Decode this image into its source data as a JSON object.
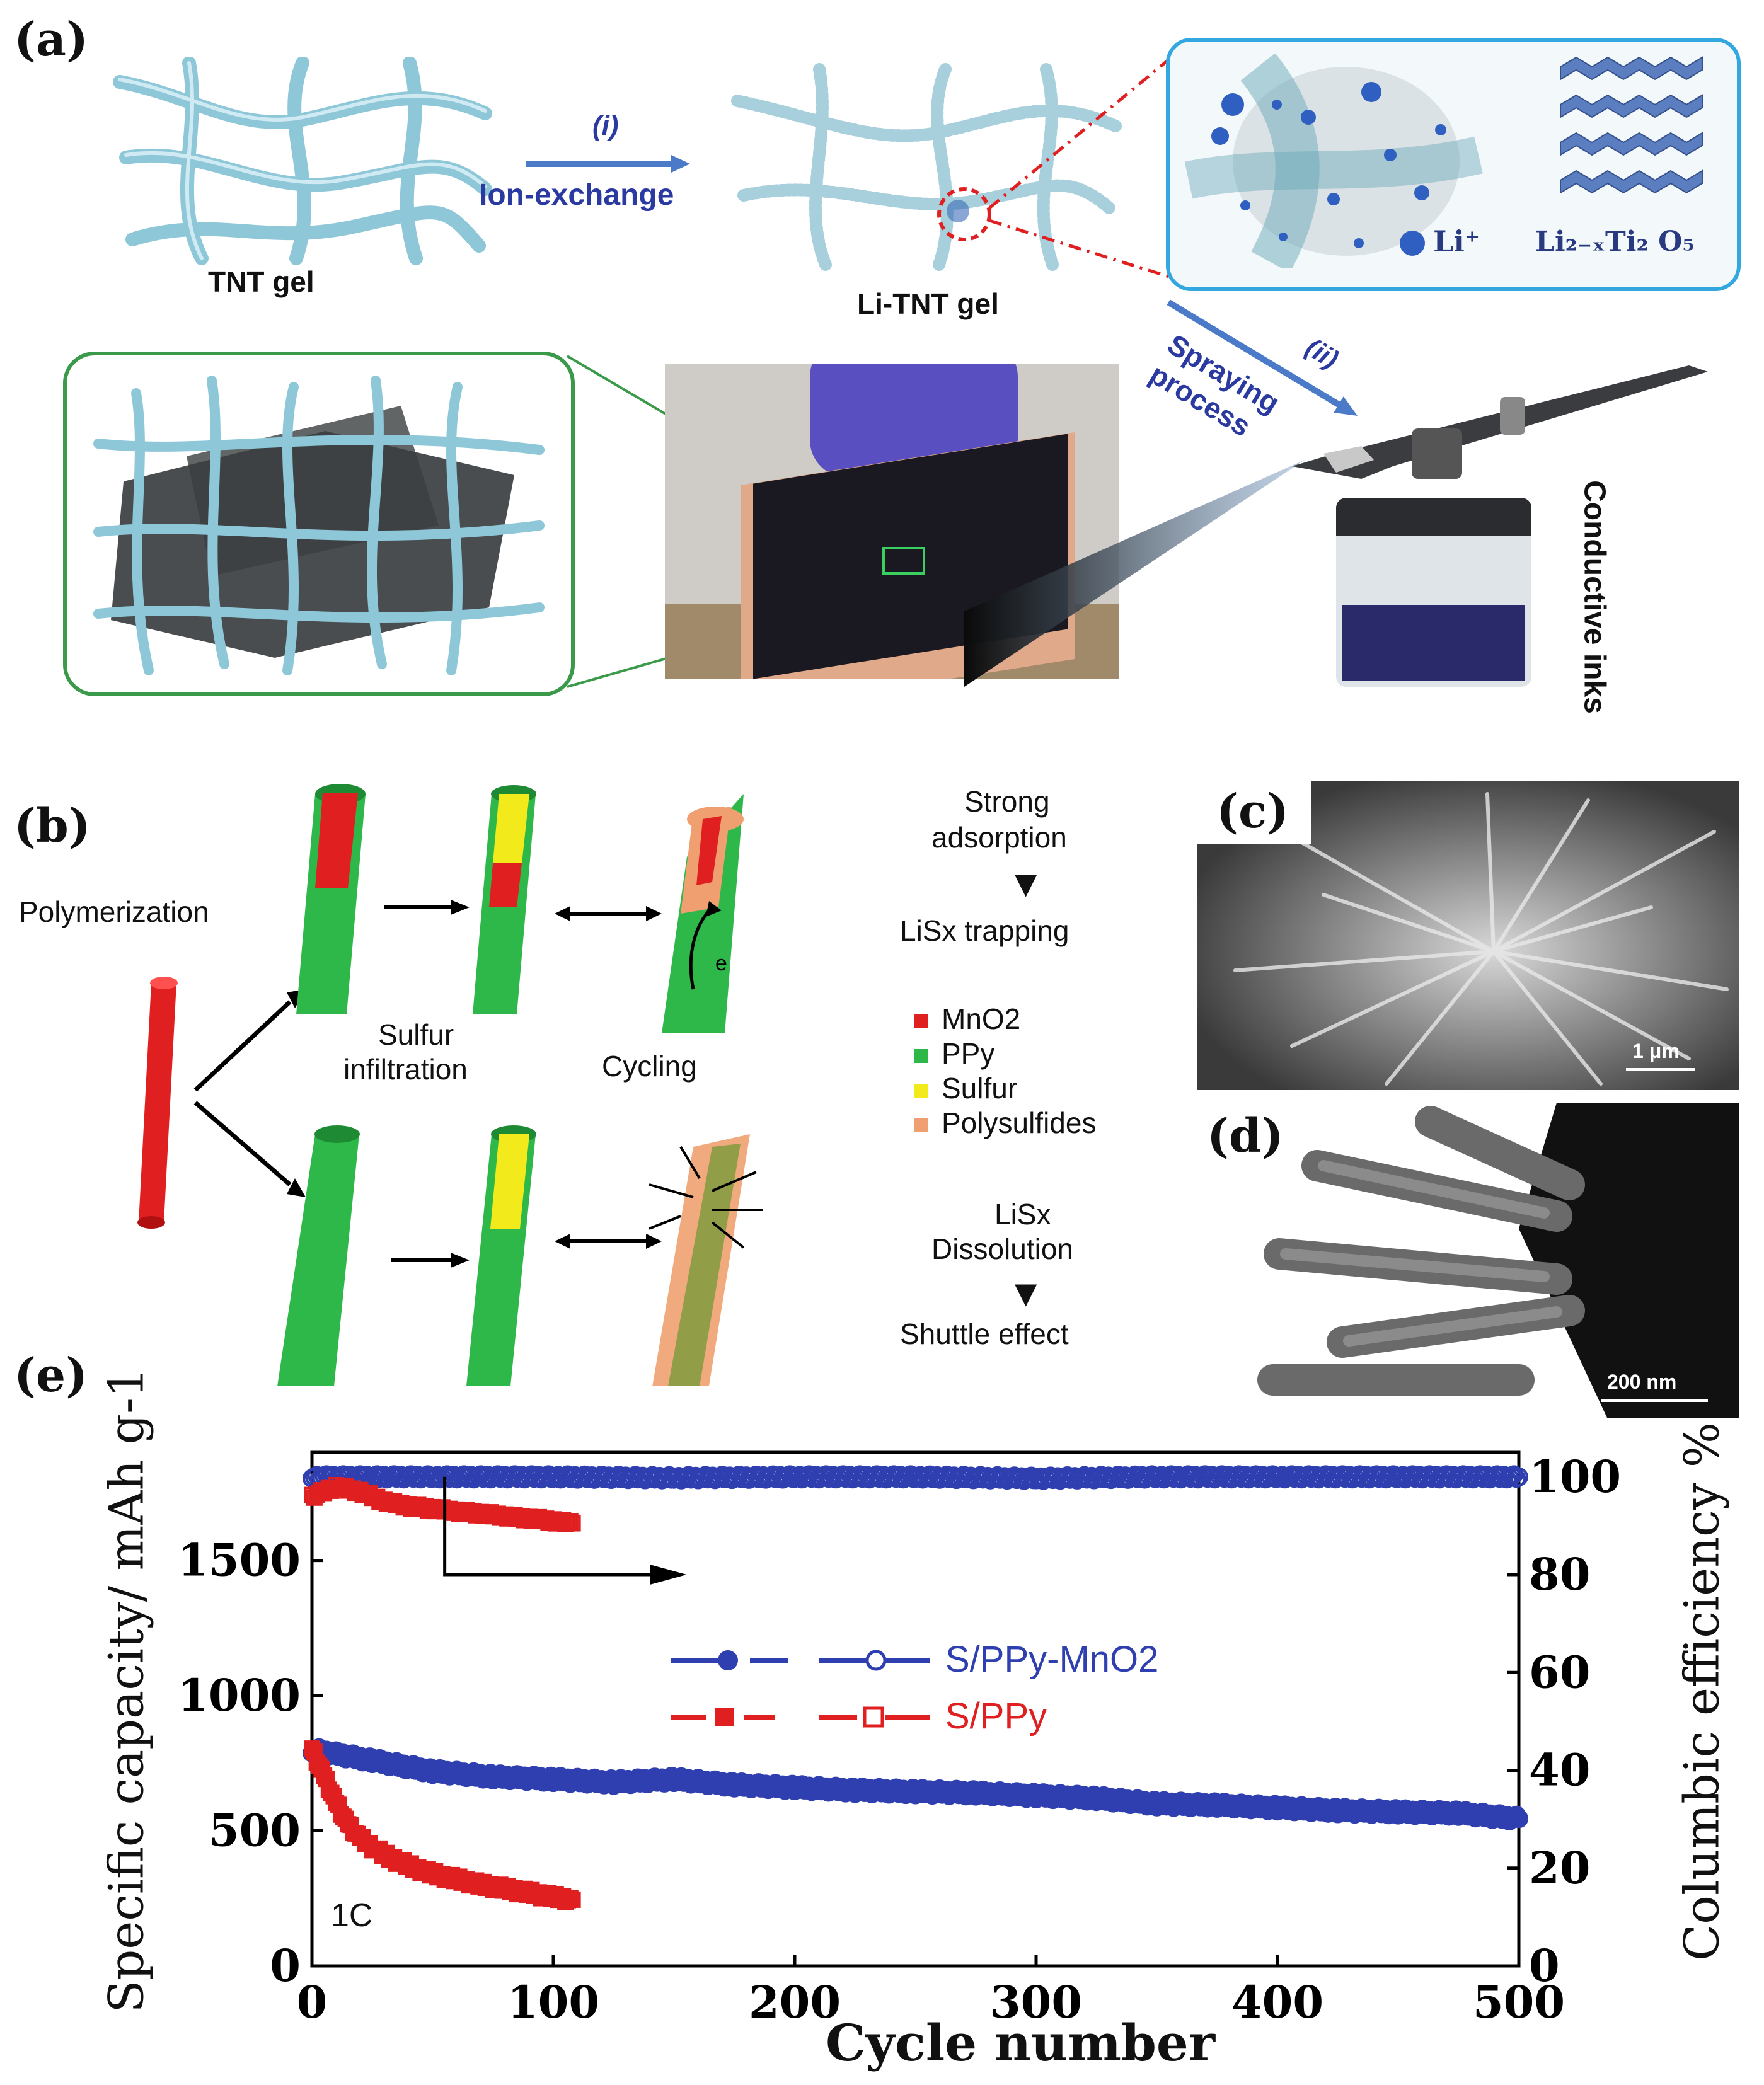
{
  "panels": {
    "a": "(a)",
    "b": "(b)",
    "c": "(c)",
    "d": "(d)",
    "e": "(e)"
  },
  "panel_a": {
    "tnt_gel": "TNT gel",
    "step_i": "(i)",
    "ion_exchange": "Ion-exchange",
    "li_tnt_gel": "Li-TNT gel",
    "li_ion": "Li⁺",
    "li_formula": "Li₂₋ₓTi₂ O₅",
    "step_ii": "(ii)",
    "spraying": "Spraying",
    "process": "process",
    "conductive_inks": "Conductive inks"
  },
  "panel_b": {
    "polymerization": "Polymerization",
    "sulfur": "Sulfur",
    "infiltration": "infiltration",
    "cycling": "Cycling",
    "strong": "Strong",
    "adsorption": "adsorption",
    "lisx_trapping": "LiSx trapping",
    "lisx": "LiSx",
    "dissolution": "Dissolution",
    "shuttle": "Shuttle effect",
    "legend": [
      {
        "label": "MnO2",
        "color": "#e02020"
      },
      {
        "label": "PPy",
        "color": "#2fb84a"
      },
      {
        "label": "Sulfur",
        "color": "#f2ea1a"
      },
      {
        "label": "Polysulfides",
        "color": "#f0a070"
      }
    ]
  },
  "panel_c": {
    "scale": "1 μm"
  },
  "panel_d": {
    "scale": "200 nm"
  },
  "chart_data": {
    "type": "scatter",
    "xlabel": "Cycle number",
    "ylabel": "Specific capacity/ mAh g-1",
    "y2label": "Columbic efficiency %",
    "xlim": [
      0,
      500
    ],
    "ylim": [
      0,
      1900
    ],
    "y2lim": [
      0,
      105
    ],
    "xticks": [
      0,
      100,
      200,
      300,
      400,
      500
    ],
    "yticks": [
      0,
      500,
      1000,
      1500
    ],
    "y2ticks": [
      0,
      20,
      40,
      60,
      80,
      100
    ],
    "annotation": "1C",
    "legend_placement": "center",
    "series": [
      {
        "name": "S/PPy-MnO2",
        "color": "#2f3fb0",
        "axis": "left",
        "marker": "circle",
        "x": [
          0,
          25,
          50,
          75,
          100,
          125,
          150,
          175,
          200,
          225,
          250,
          275,
          300,
          325,
          350,
          375,
          400,
          425,
          450,
          475,
          500
        ],
        "values": [
          800,
          760,
          720,
          700,
          690,
          680,
          690,
          670,
          660,
          650,
          645,
          640,
          630,
          620,
          600,
          595,
          585,
          575,
          570,
          565,
          545
        ]
      },
      {
        "name": "S/PPy",
        "color": "#e02020",
        "axis": "left",
        "marker": "square",
        "x": [
          0,
          5,
          10,
          15,
          20,
          30,
          40,
          50,
          60,
          70,
          80,
          90,
          100,
          108
        ],
        "values": [
          800,
          700,
          600,
          520,
          470,
          410,
          370,
          340,
          320,
          300,
          285,
          270,
          255,
          245
        ]
      },
      {
        "name": "",
        "color": "#2f3fb0",
        "axis": "right",
        "marker": "open-circle",
        "x": [
          0,
          50,
          100,
          150,
          200,
          250,
          300,
          350,
          400,
          450,
          500
        ],
        "values": [
          100,
          100,
          100,
          99.8,
          100,
          100,
          99.7,
          100,
          100,
          100,
          100
        ]
      },
      {
        "name": "",
        "color": "#e02020",
        "axis": "right",
        "marker": "open-square",
        "x": [
          0,
          10,
          20,
          30,
          40,
          50,
          60,
          70,
          80,
          90,
          100,
          108
        ],
        "values": [
          96,
          98,
          97,
          95,
          94,
          93.5,
          93,
          92.5,
          92,
          91.5,
          91,
          90.5
        ]
      }
    ]
  }
}
